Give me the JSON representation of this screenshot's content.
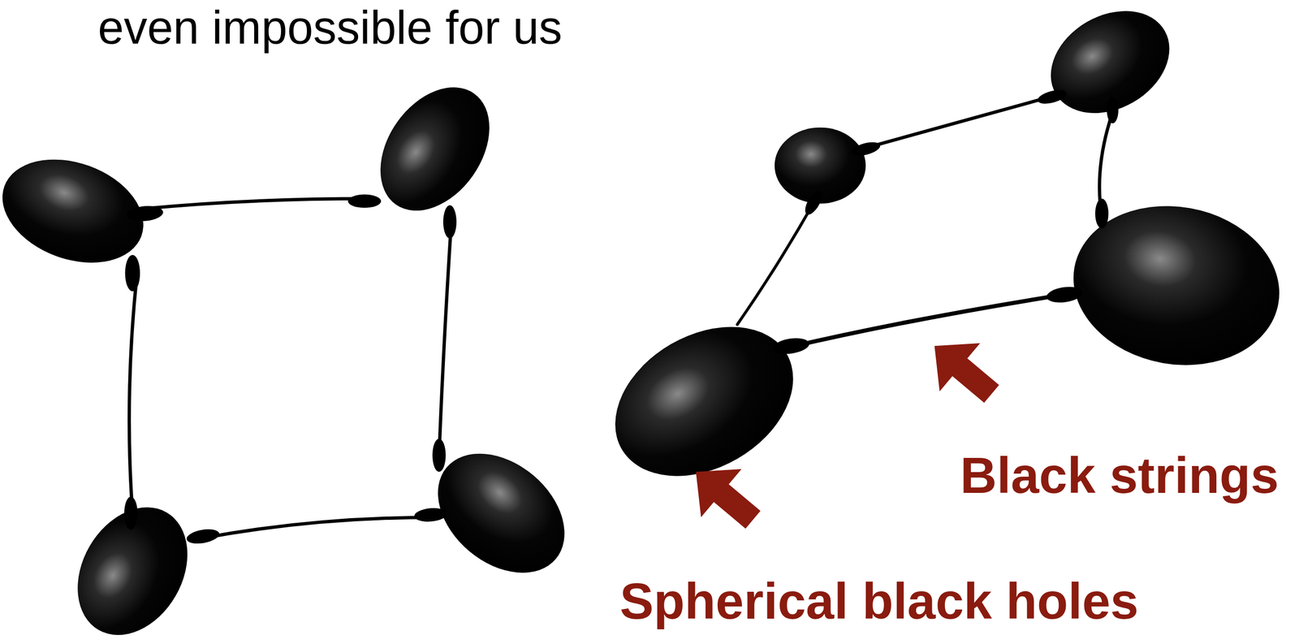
{
  "diagram": {
    "labels": [
      "even impossible for us",
      "Black strings",
      "Spherical black holes"
    ]
  }
}
